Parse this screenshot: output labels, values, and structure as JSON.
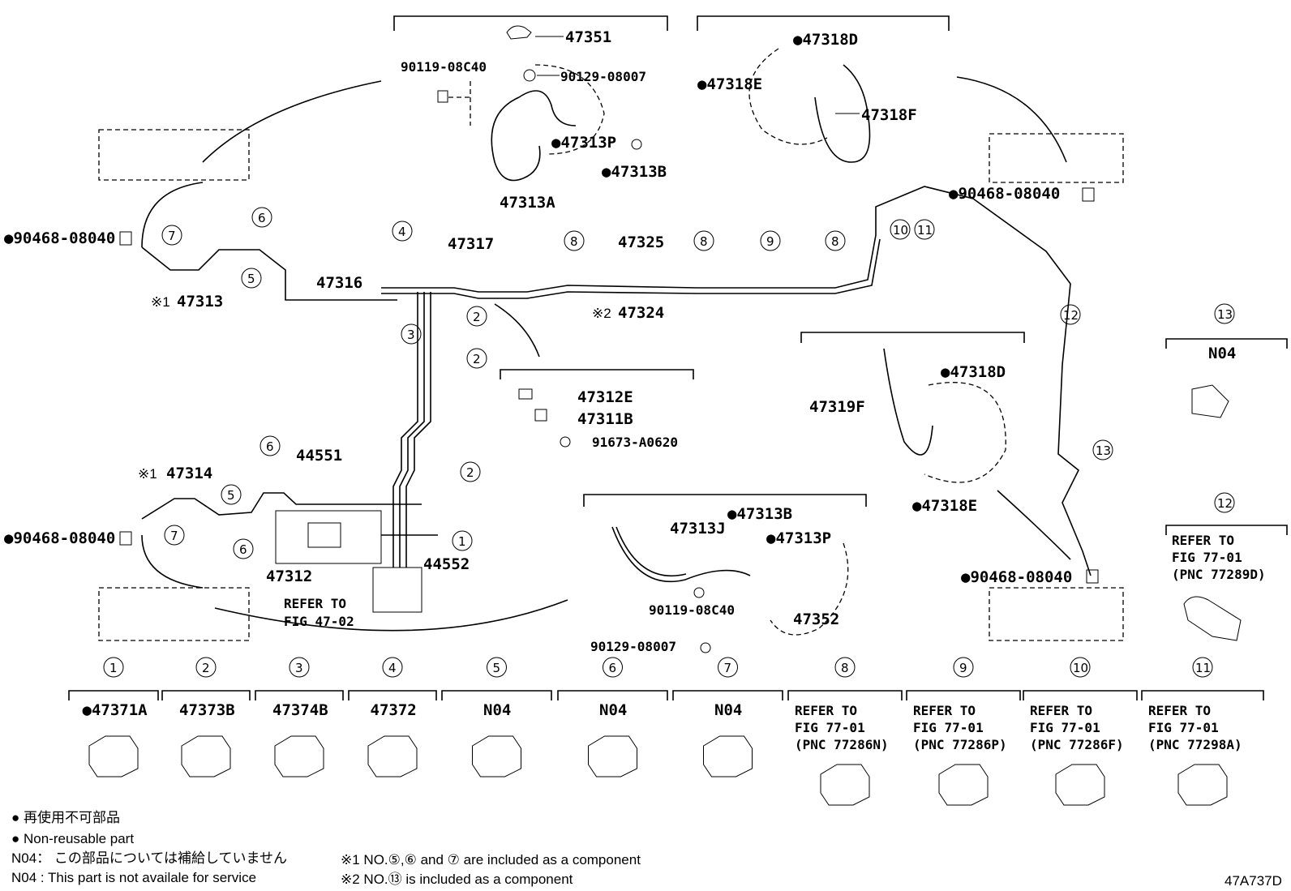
{
  "top_parts": {
    "p47351": "47351",
    "p90119a": "90119-08C40",
    "p90129a": "90129-08007",
    "p47313P_a": "●47313P",
    "p47313B_a": "●47313B",
    "p47313A": "47313A",
    "p47318D_a": "●47318D",
    "p47318E_a": "●47318E",
    "p47318F": "47318F"
  },
  "main_parts": {
    "p90468_1": "●90468-08040",
    "p47313": "47313",
    "mark1_a": "※1",
    "p47316": "47316",
    "p47317": "47317",
    "p47325": "47325",
    "mark2": "※2",
    "p47324": "47324",
    "p90468_2": "●90468-08040",
    "p47312E": "47312E",
    "p47311B": "47311B",
    "p91673": "91673-A0620",
    "p47319F": "47319F",
    "p47318D_b": "●47318D",
    "p47318E_b": "●47318E",
    "mark1_b": "※1",
    "p47314": "47314",
    "p44551": "44551",
    "p90468_3": "●90468-08040",
    "p47312": "47312",
    "p44552": "44552",
    "refer_to": "REFER TO",
    "fig4702": "FIG 47-02",
    "p47313J": "47313J",
    "p47313B_b": "●47313B",
    "p47313P_b": "●47313P",
    "p90119b": "90119-08C40",
    "p47352": "47352",
    "p90129b": "90129-08007",
    "p90468_4": "●90468-08040"
  },
  "callouts": [
    "1",
    "2",
    "3",
    "4",
    "5",
    "6",
    "7",
    "8",
    "9",
    "10",
    "11",
    "12",
    "13"
  ],
  "right_parts": {
    "n04": "N04",
    "refer12_a": "REFER TO",
    "refer12_b": "FIG 77-01",
    "refer12_c": "(PNC 77289D)"
  },
  "bottom_parts": [
    {
      "num": "1",
      "label": "●47371A"
    },
    {
      "num": "2",
      "label": "47373B"
    },
    {
      "num": "3",
      "label": "47374B"
    },
    {
      "num": "4",
      "label": "47372"
    },
    {
      "num": "5",
      "label": "N04"
    },
    {
      "num": "6",
      "label": "N04"
    },
    {
      "num": "7",
      "label": "N04"
    },
    {
      "num": "8",
      "label": "REFER TO",
      "l2": "FIG 77-01",
      "l3": "(PNC 77286N)"
    },
    {
      "num": "9",
      "label": "REFER TO",
      "l2": "FIG 77-01",
      "l3": "(PNC 77286P)"
    },
    {
      "num": "10",
      "label": "REFER TO",
      "l2": "FIG 77-01",
      "l3": "(PNC 77286F)"
    },
    {
      "num": "11",
      "label": "REFER TO",
      "l2": "FIG 77-01",
      "l3": "(PNC 77298A)"
    }
  ],
  "legend": {
    "line1": "● 再使用不可部品",
    "line2": "● Non-reusable part",
    "line3": "N04： この部品については補給していません",
    "line4": "N04 :  This part is not availale for service",
    "note1": "※1 NO.⑤,⑥ and ⑦ are included as a component",
    "note2": "※2 NO.⑬ is included as a component",
    "code": "47A737D"
  }
}
